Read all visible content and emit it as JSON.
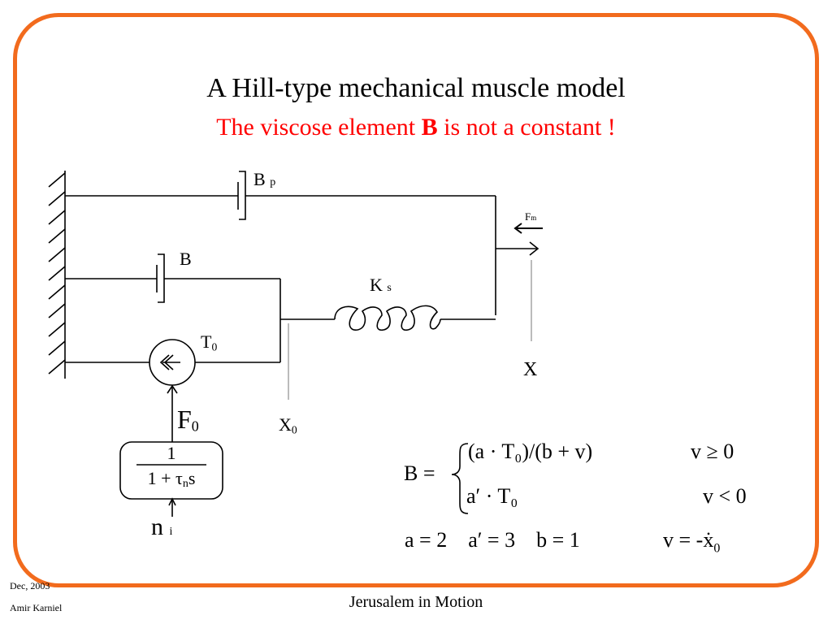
{
  "title": "A Hill-type mechanical muscle model",
  "subtitle": {
    "before": "The viscose element ",
    "bold": "B",
    "after": " is not a constant !"
  },
  "diagram": {
    "labels": {
      "bp_main": "B",
      "bp_sub": "p",
      "b": "B",
      "ks_main": "K",
      "ks_sub": "s",
      "t0_main": "T",
      "t0_sub": "0",
      "fm_main": "F",
      "fm_sub": "m",
      "x": "X",
      "x0_main": "X",
      "x0_sub": "0",
      "f0_main": "F",
      "f0_sub": "0",
      "ni_main": "n",
      "ni_sub": "i"
    },
    "transfer_function": {
      "numerator": "1",
      "den_left": "1 + ",
      "tau": "τ",
      "tau_sub": "n",
      "s": "s"
    }
  },
  "equation": {
    "lhs": "B =",
    "case1_expr": "(a · T₀)/(b + v)",
    "case1_cond": "v ≥ 0",
    "case2_expr": "a′ · T₀",
    "case2_cond": "v < 0",
    "params": "a = 2    a′ = 3    b = 1",
    "v_def": "v = -ẋ",
    "v_def_sub": "0"
  },
  "footer": {
    "date": "Dec, 2003",
    "author": "Amir Karniel",
    "center": "Jerusalem in Motion"
  },
  "colors": {
    "frame": "#f26b1d",
    "subtitle": "#ff0000"
  }
}
